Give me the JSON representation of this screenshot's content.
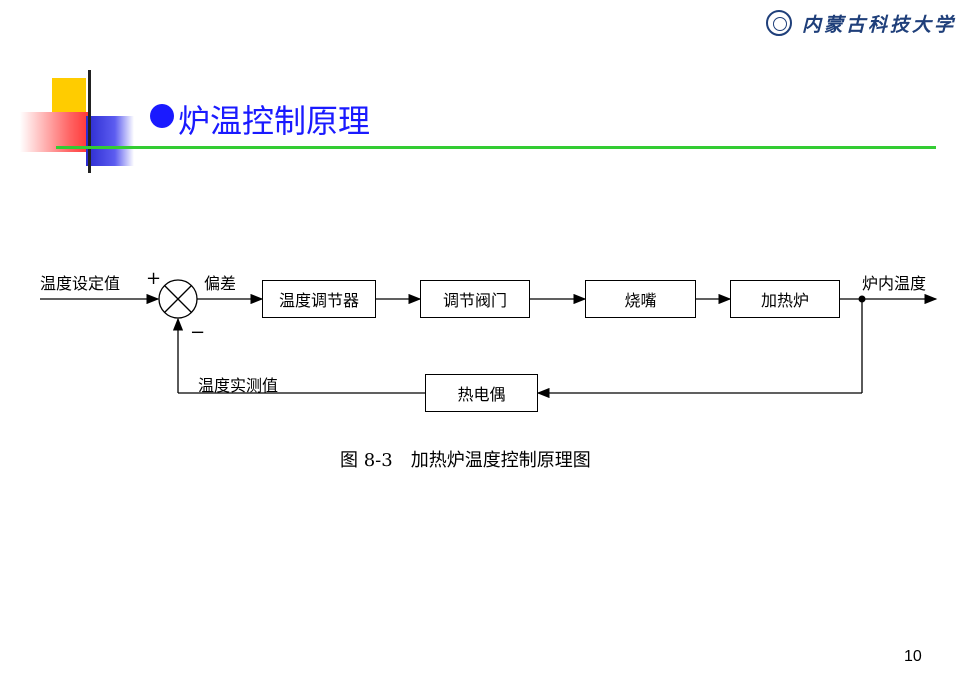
{
  "header": {
    "university": "内蒙古科技大学"
  },
  "slide": {
    "title": "炉温控制原理",
    "page_number": "10",
    "caption": "图 8-3　加热炉温度控制原理图"
  },
  "diagram": {
    "input_label": "温度设定值",
    "plus_sign": "+",
    "minus_sign": "−",
    "error_label": "偏差",
    "blocks": {
      "controller": "温度调节器",
      "valve": "调节阀门",
      "burner": "烧嘴",
      "furnace": "加热炉",
      "thermocouple": "热电偶"
    },
    "output_label": "炉内温度",
    "feedback_label": "温度实测值"
  },
  "colors": {
    "title": "#1a1aff",
    "divider": "#33cc33",
    "logo": "#1f3f7a"
  }
}
